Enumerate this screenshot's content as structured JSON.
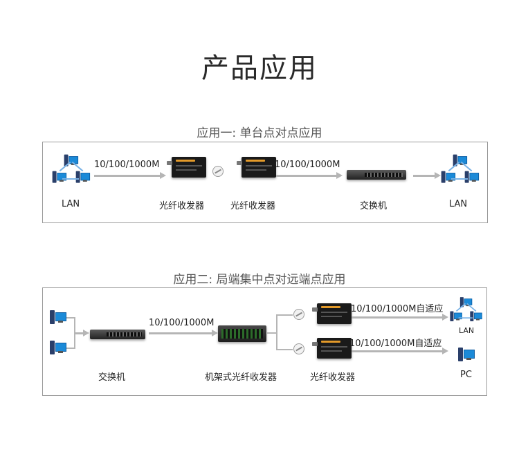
{
  "page_title": "产品应用",
  "section1": {
    "title": "应用一: 单台点对点应用",
    "speed_a": "10/100/1000M",
    "speed_b": "10/100/1000M",
    "label_lan_left": "LAN",
    "label_converter_a": "光纤收发器",
    "label_converter_b": "光纤收发器",
    "label_switch": "交换机",
    "label_lan_right": "LAN"
  },
  "section2": {
    "title": "应用二: 局端集中点对远端点应用",
    "speed_main": "10/100/1000M",
    "speed_top": "10/100/1000M自适应",
    "speed_bottom": "10/100/1000M自适应",
    "label_switch": "交换机",
    "label_rack": "机架式光纤收发器",
    "label_converter": "光纤收发器",
    "label_lan": "LAN",
    "label_pc": "PC"
  },
  "colors": {
    "arrow": "#b5b5b5",
    "border": "#9a9a9a",
    "screen_blue": "#1b8ad8",
    "brand_orange": "#e39a2a"
  },
  "icons": [
    "lan-icon",
    "pc-icon",
    "fiber-transceiver-icon",
    "network-switch-icon",
    "rack-transceiver-icon",
    "fiber-cable-icon"
  ]
}
